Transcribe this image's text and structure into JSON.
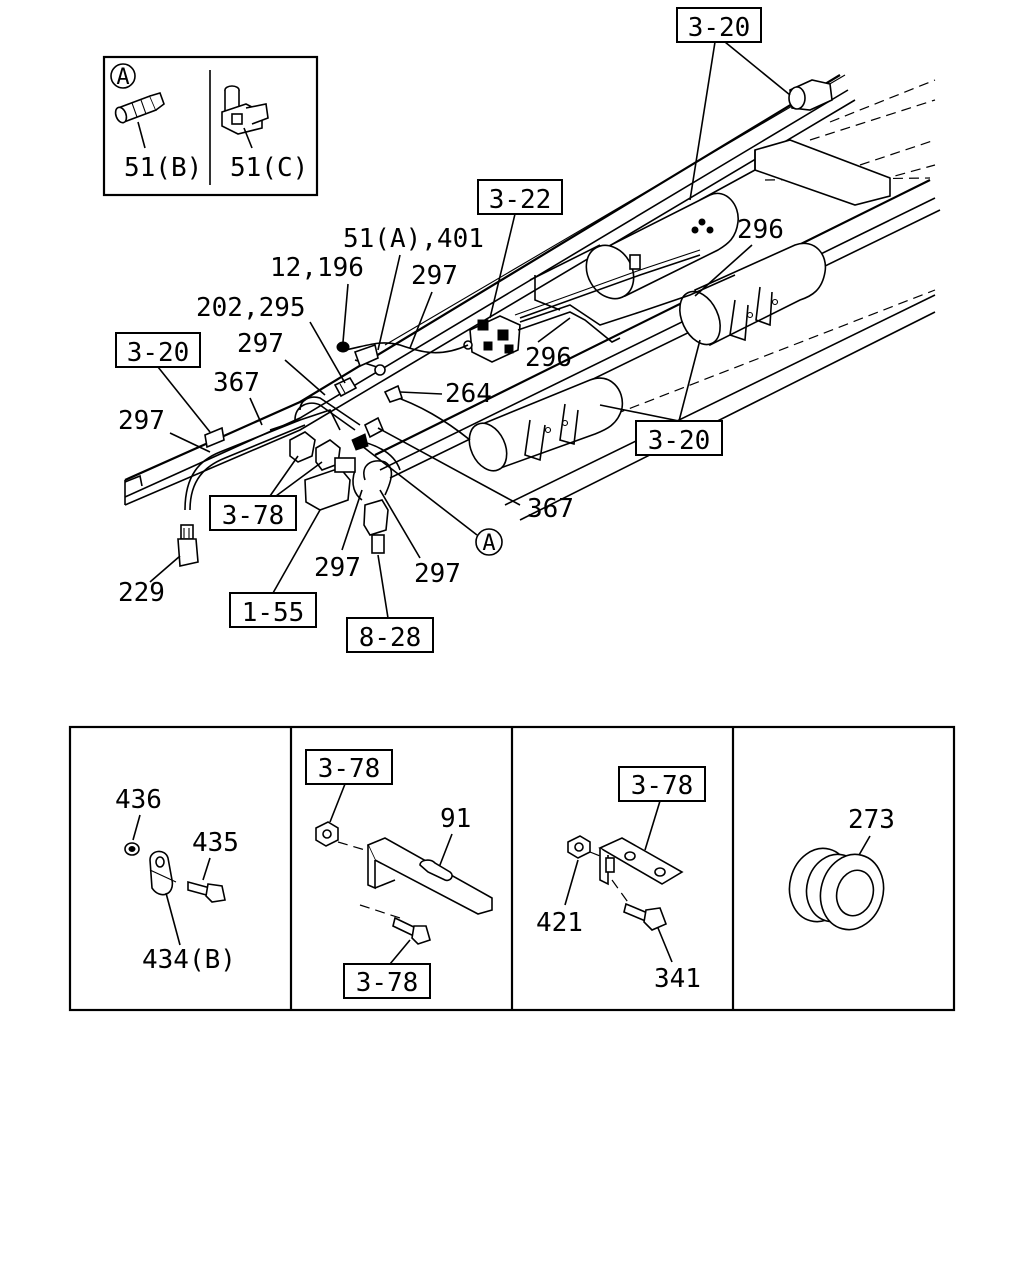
{
  "callouts": {
    "ref_3_20_top": "3-20",
    "ref_3_22": "3-22",
    "ref_3_20_left": "3-20",
    "ref_3_20_right": "3-20",
    "ref_3_78_main": "3-78",
    "ref_1_55": "1-55",
    "ref_8_28": "8-28"
  },
  "labels": {
    "p51a_401": "51(A),401",
    "p12_196": "12,196",
    "p297_a": "297",
    "p202_295": "202,295",
    "p297_b": "297",
    "p367_a": "367",
    "p297_c": "297",
    "p264": "264",
    "p296_a": "296",
    "p296_b": "296",
    "p367_b": "367",
    "p229": "229",
    "p297_d": "297",
    "p297_e": "297"
  },
  "detail_a": {
    "marker": "A",
    "left_label": "51(B)",
    "right_label": "51(C)",
    "main_marker": "A"
  },
  "panels": {
    "panel1": {
      "p436": "436",
      "p435": "435",
      "p434b": "434(B)"
    },
    "panel2": {
      "ref_top": "3-78",
      "p91": "91",
      "ref_bottom": "3-78"
    },
    "panel3": {
      "ref_top": "3-78",
      "p421": "421",
      "p341": "341"
    },
    "panel4": {
      "p273": "273"
    }
  }
}
